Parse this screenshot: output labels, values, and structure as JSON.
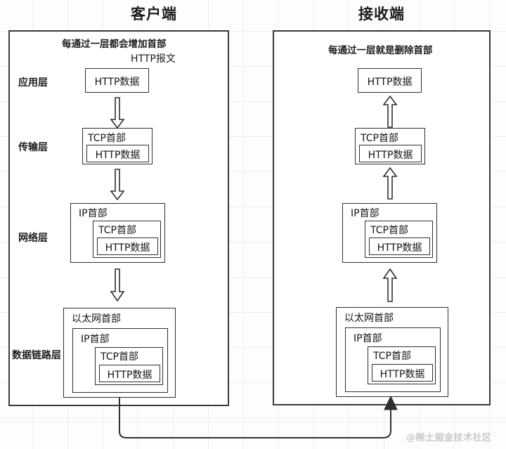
{
  "diagram": {
    "title_left": "客户端",
    "title_right": "接收端",
    "caption_left": "每通过一层都会增加首部",
    "caption_right": "每通过一层就是删除首部",
    "http_message_label": "HTTP报文",
    "watermark": "@稀土掘金技术社区",
    "colors": {
      "stroke": "#2f2f2f",
      "panel_stroke": "#3a3a3a",
      "text": "#141414",
      "grid": "#dfe3e6",
      "watermark": "#c9c9c9",
      "background": "#fdfdfd"
    },
    "layer_labels": [
      "应用层",
      "传输层",
      "网络层",
      "数据链路层"
    ],
    "headers": {
      "http_data": "HTTP数据",
      "tcp_header": "TCP首部",
      "ip_header": "IP首部",
      "ethernet_header": "以太网首部"
    },
    "left_panel": {
      "name": "客户端",
      "direction": "down",
      "stack": [
        {
          "layer": "应用层",
          "boxes": [
            "HTTP数据"
          ]
        },
        {
          "layer": "传输层",
          "boxes": [
            "TCP首部",
            "HTTP数据"
          ]
        },
        {
          "layer": "网络层",
          "boxes": [
            "IP首部",
            "TCP首部",
            "HTTP数据"
          ]
        },
        {
          "layer": "数据链路层",
          "boxes": [
            "以太网首部",
            "IP首部",
            "TCP首部",
            "HTTP数据"
          ]
        }
      ]
    },
    "right_panel": {
      "name": "接收端",
      "direction": "up",
      "stack": [
        {
          "layer": "应用层",
          "boxes": [
            "HTTP数据"
          ]
        },
        {
          "layer": "传输层",
          "boxes": [
            "TCP首部",
            "HTTP数据"
          ]
        },
        {
          "layer": "网络层",
          "boxes": [
            "IP首部",
            "TCP首部",
            "HTTP数据"
          ]
        },
        {
          "layer": "数据链路层",
          "boxes": [
            "以太网首部",
            "IP首部",
            "TCP首部",
            "HTTP数据"
          ]
        }
      ]
    },
    "connector": {
      "from": "客户端数据链路层",
      "to": "接收端数据链路层",
      "label": ""
    }
  }
}
